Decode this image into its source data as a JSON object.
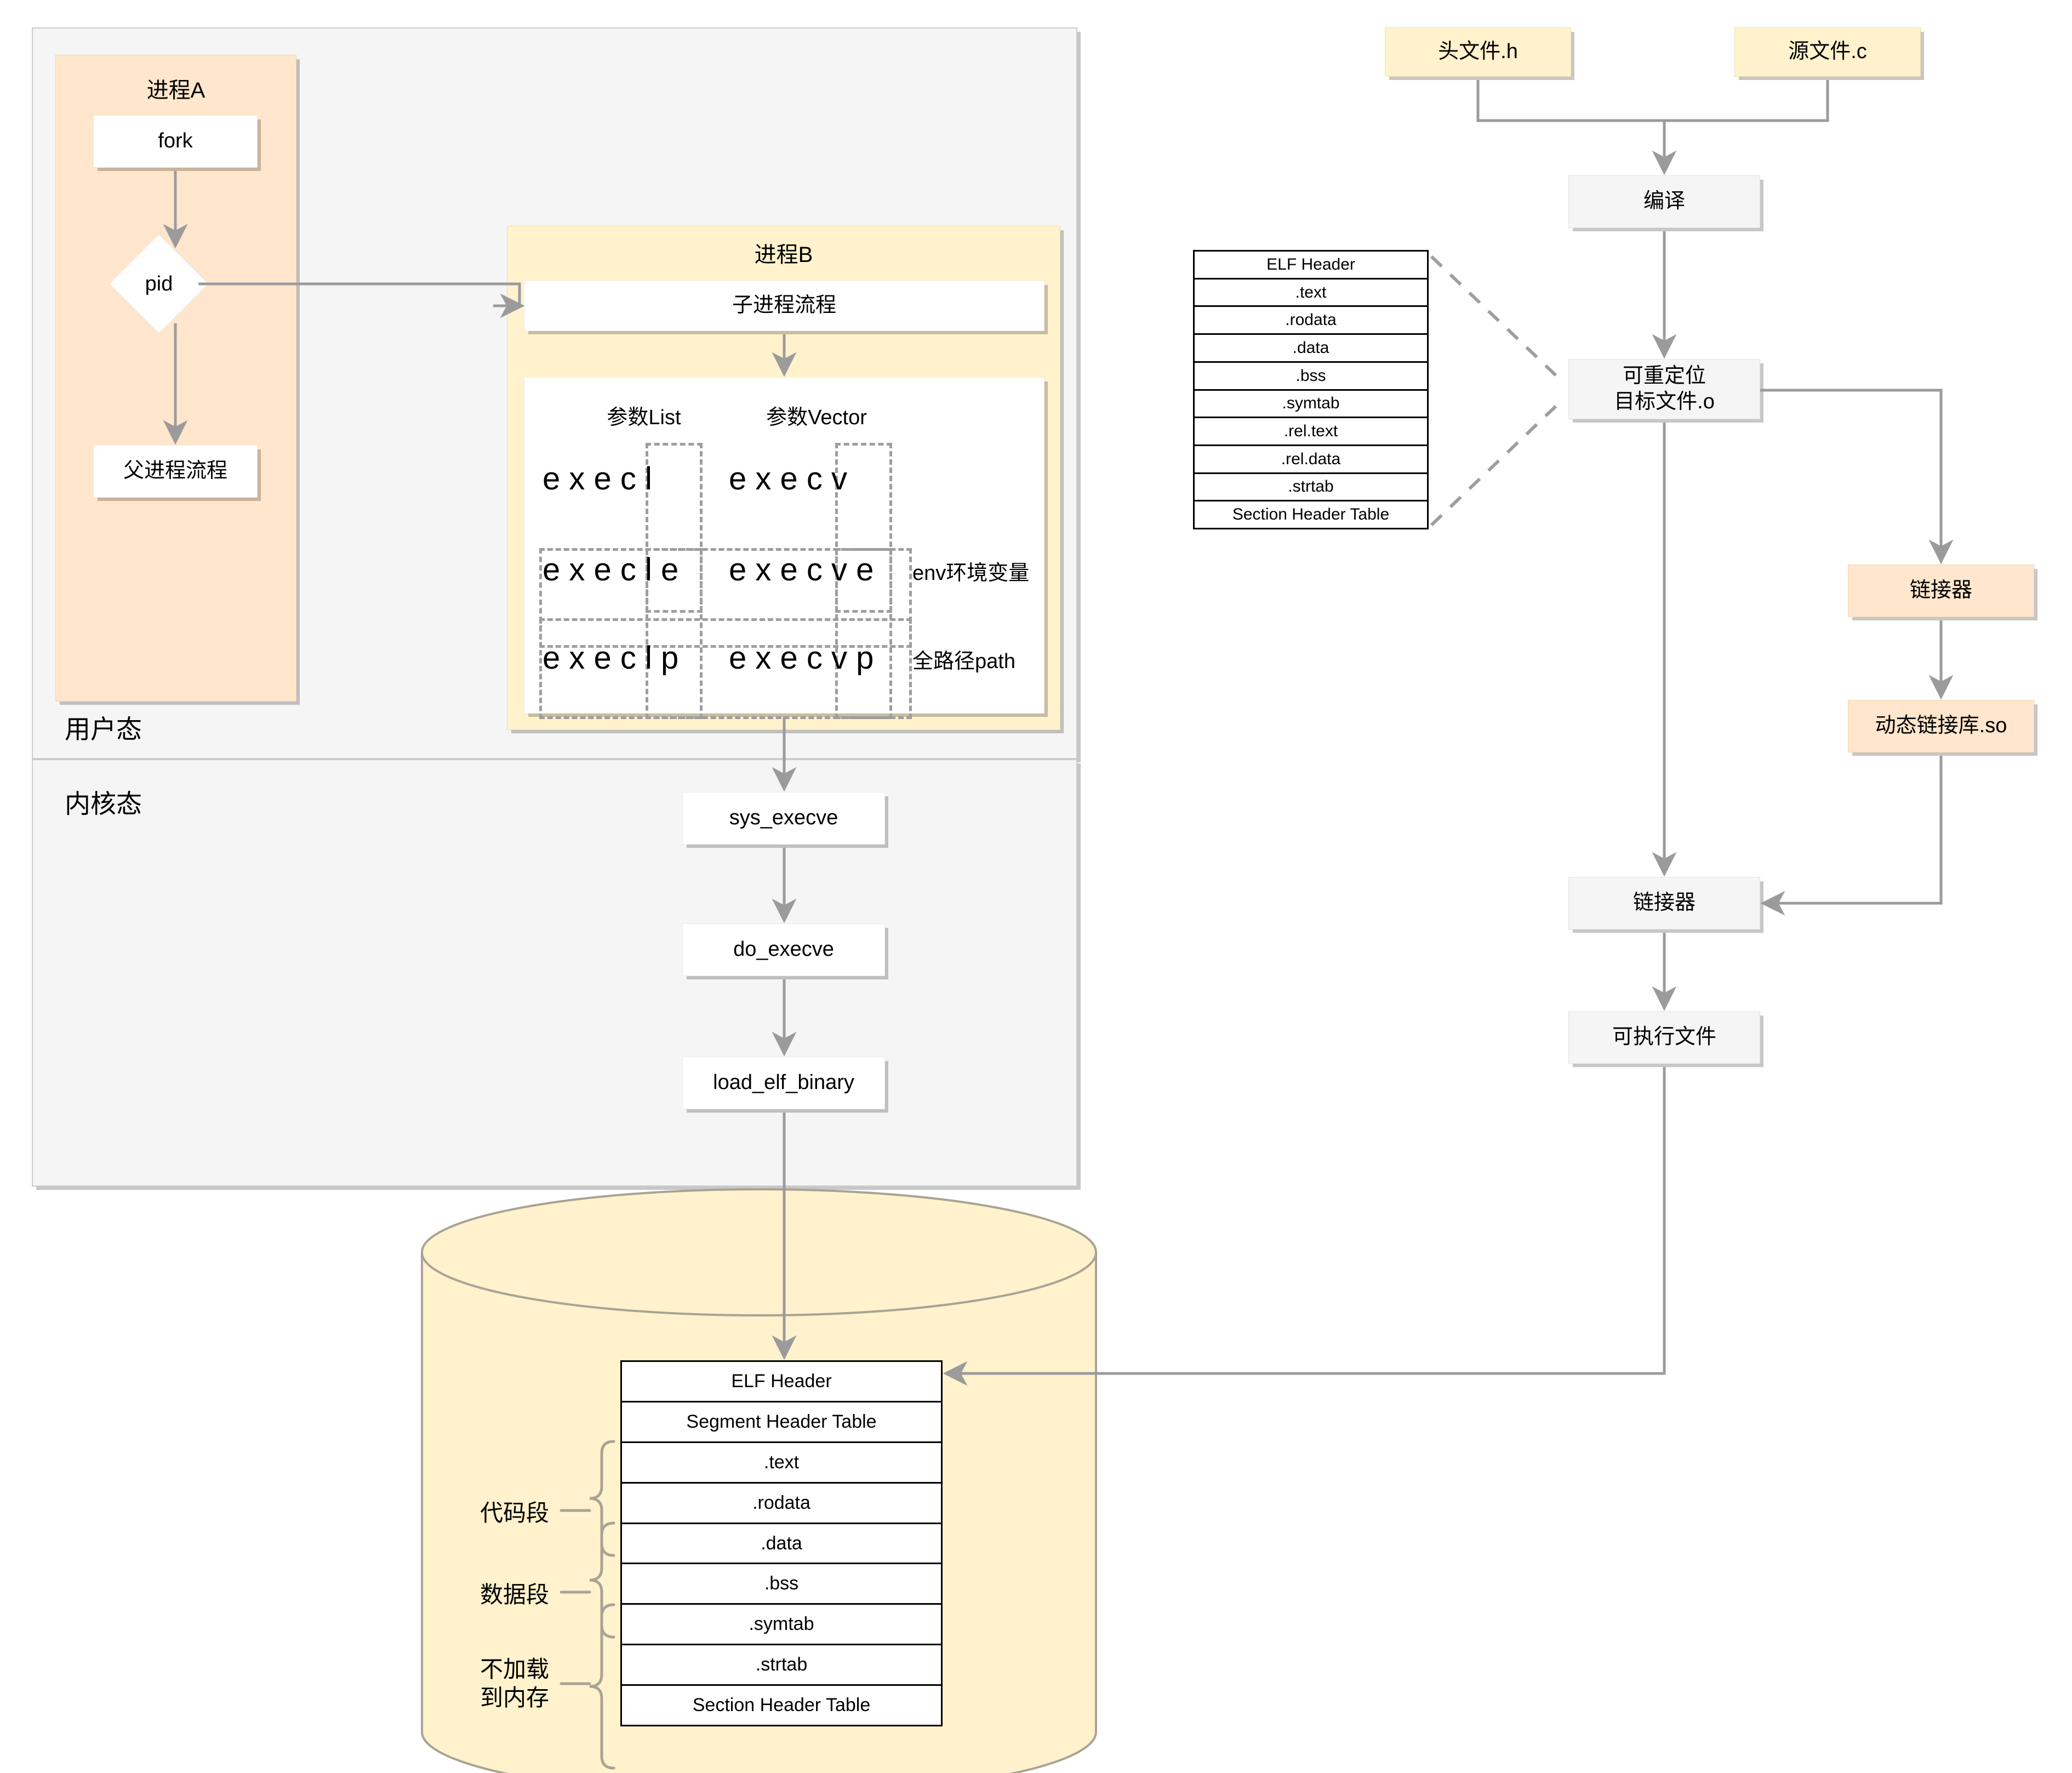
{
  "user_kernel": {
    "user_mode_label": "用户态",
    "kernel_mode_label": "内核态"
  },
  "process_a": {
    "title": "进程A",
    "fork_label": "fork",
    "pid_label": "pid",
    "parent_flow_label": "父进程流程"
  },
  "process_b": {
    "title": "进程B",
    "child_flow_label": "子进程流程",
    "exec_table": {
      "col_list_header": "参数List",
      "col_vector_header": "参数Vector",
      "rows": [
        {
          "list": "e x e c l",
          "vector": "e x e c v",
          "note": ""
        },
        {
          "list": "e x e c l e",
          "vector": "e x e c v e",
          "note": "env环境变量"
        },
        {
          "list": "e x e c l p",
          "vector": "e x e c v p",
          "note": "全路径path"
        }
      ]
    }
  },
  "kernel_calls": [
    {
      "label": "sys_execve"
    },
    {
      "label": "do_execve"
    },
    {
      "label": "load_elf_binary"
    }
  ],
  "compile_pipeline": {
    "header_file": "头文件.h",
    "source_file": "源文件.c",
    "compile": "编译",
    "relocatable_object": "可重定位\n目标文件.o",
    "relocatable_object_line1": "可重定位",
    "relocatable_object_line2": "目标文件.o",
    "linker_dynamic": "链接器",
    "dynamic_library": "动态链接库.so",
    "linker_final": "链接器",
    "executable": "可执行文件"
  },
  "object_file_table": {
    "rows": [
      "ELF Header",
      ".text",
      ".rodata",
      ".data",
      ".bss",
      ".symtab",
      ".rel.text",
      ".rel.data",
      ".strtab",
      "Section Header Table"
    ]
  },
  "memory_cylinder": {
    "segments": [
      {
        "label": "代码段",
        "line1": "代码段",
        "line2": ""
      },
      {
        "label": "数据段",
        "line1": "数据段",
        "line2": ""
      },
      {
        "label": "不加载到内存",
        "line1": "不加载",
        "line2": "到内存"
      }
    ],
    "elf_rows": [
      "ELF Header",
      "Segment Header Table",
      ".text",
      ".rodata",
      ".data",
      ".bss",
      ".symtab",
      ".strtab",
      "Section Header Table"
    ]
  },
  "colors": {
    "peach": "#FFE6CC",
    "yellow": "#FFF2CC",
    "gray_zone": "#F5F5F5",
    "box_gray": "#F5F5F5",
    "white": "#FFFFFF",
    "stroke": "#999999",
    "dashed": "#9E9E9E",
    "black": "#000000"
  }
}
